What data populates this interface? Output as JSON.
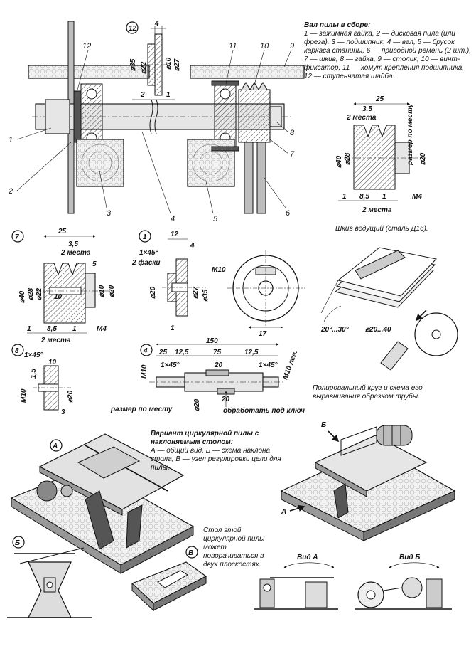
{
  "captions": {
    "shaft_assembly": "Вал пилы в сборе:",
    "shaft_assembly_legend": "1 — зажимная гайка, 2 — дисковая пила (или фреза), 3 — подшипник, 4 — вал, 5 — брусок каркаса станины, 6 — приводной ремень (2 шт.), 7 — шкив, 8 — гайка, 9 — столик, 10 — винт-фиксатор, 11 — хомут крепления подшипника, 12 — ступенчатая шайба.",
    "drive_pulley": "Шкив ведущий (сталь Д16).",
    "polishing_wheel": "Полировальный круг и схема его выравнивания обрезком трубы.",
    "tilt_table_variant": "Вариант циркулярной пилы с наклоняемым столом:",
    "tilt_table_legend": "А — общий вид, Б — схема наклона стола, В — узел регулировки цели для пилы.",
    "rotating_table": "Стол этой циркулярной пилы может поворачиваться в двух плоскостях.",
    "view_a": "Вид А",
    "view_b": "Вид Б"
  },
  "callouts": {
    "c1": "1",
    "c2": "2",
    "c3": "3",
    "c4": "4",
    "c5": "5",
    "c6": "6",
    "c7": "7",
    "c8": "8",
    "c9": "9",
    "c10": "10",
    "c11": "11",
    "c12": "12"
  },
  "part_numbers": {
    "p12": "12",
    "p7": "7",
    "p1": "1",
    "p8": "8",
    "p4": "4",
    "vA": "А",
    "vB": "Б",
    "vV": "В",
    "arrowA": "А",
    "arrowB": "Б"
  },
  "dims": {
    "d12_4": "4",
    "d12_35": "⌀35",
    "d12_22": "⌀22",
    "d12_10": "⌀10",
    "d12_27": "⌀27",
    "gap2": "2",
    "gap1": "1",
    "pul_25": "25",
    "pul_35": "3,5",
    "pul_2mesta": "2 места",
    "pul_size": "размер по месту",
    "pul_40": "⌀40",
    "pul_28": "⌀28",
    "pul_20": "⌀20",
    "pul_1a": "1",
    "pul_85": "8,5",
    "pul_1b": "1",
    "pul_M4": "M4",
    "pul_2mesta_b": "2 места",
    "p7_25": "25",
    "p7_35": "3,5",
    "p7_2mesta": "2 места",
    "p7_5": "5",
    "p7_40": "⌀40",
    "p7_28": "⌀28",
    "p7_22": "⌀22",
    "p7_10": "⌀10",
    "p7_20": "⌀20",
    "p7_10b": "10",
    "p7_1a": "1",
    "p7_85": "8,5",
    "p7_1b": "1",
    "p7_M4": "M4",
    "p7_2mesta_b": "2 места",
    "p1_12": "12",
    "p1_4": "4",
    "p1_chamfer": "1×45°",
    "p1_2faski": "2 фаски",
    "p1_20": "⌀20",
    "p1_27": "⌀27",
    "p1_35": "⌀35",
    "p1_M10": "M10",
    "p1_1": "1",
    "p1_17": "17",
    "p8_chamfer": "1×45°",
    "p8_10": "10",
    "p8_15": "1,5",
    "p8_M10": "M10",
    "p8_20": "⌀20",
    "p8_3": "3",
    "p4_150": "150",
    "p4_25": "25",
    "p4_125a": "12,5",
    "p4_75": "75",
    "p4_125b": "12,5",
    "p4_M10lev": "M10 лев.",
    "p4_chamfer_a": "1×45°",
    "p4_chamfer_b": "1×45°",
    "p4_20a": "20",
    "p4_M10": "M10",
    "p4_20b": "20",
    "p4_20dia": "⌀20",
    "p4_size": "размер по месту",
    "p4_key": "обработать под ключ",
    "angle": "20°...30°",
    "wheel_dia": "⌀20...40"
  }
}
